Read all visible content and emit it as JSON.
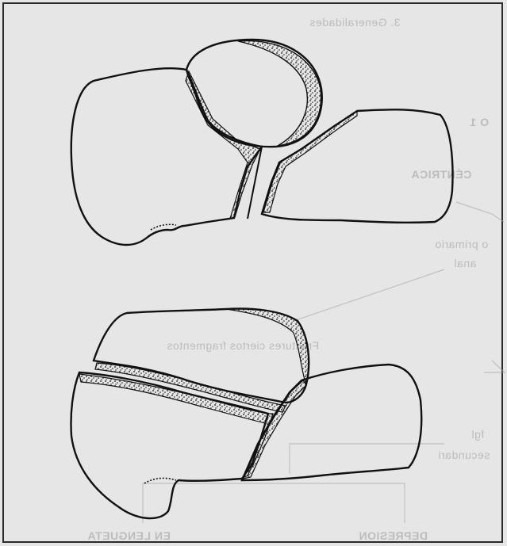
{
  "bleed_through_text": {
    "header": "3. Generalidades",
    "section_number": "O 1",
    "classification": "CÉNTRICA",
    "label_primary_line1": "o primario",
    "label_primary_line2": "anal",
    "label_fragments": "Fractures ciertos fragmentos",
    "label_secondary_line1": "fgl",
    "label_secondary_line2": "secundari",
    "label_depression": "DEPRESION",
    "label_tongue": "EN LENGUETA"
  },
  "colors": {
    "paper": "#e6e6e6",
    "ink": "#111111",
    "frame": "#2a2a2a",
    "ghost_text": "#9a9a9a"
  }
}
